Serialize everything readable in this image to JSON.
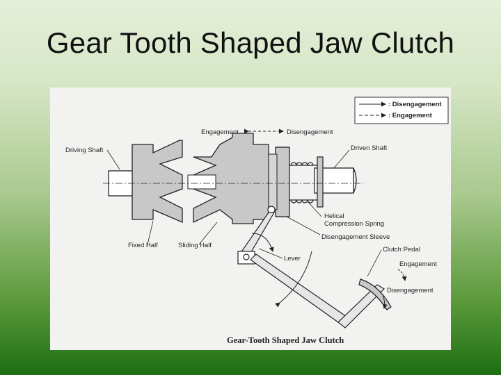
{
  "slide": {
    "title": "Gear Tooth Shaped Jaw Clutch"
  },
  "diagram": {
    "caption": "Gear-Tooth Shaped Jaw Clutch",
    "legend": {
      "disengagement": ": Disengagement",
      "engagement": ": Engagement"
    },
    "labels": {
      "engagement_top": "Engagement",
      "disengagement_top": "Disengagement",
      "driving_shaft": "Driving Shaft",
      "driven_shaft": "Driven Shaft",
      "fixed_half": "Fixed Half",
      "sliding_half": "Sliding Half",
      "helical_spring_line1": "Helical",
      "helical_spring_line2": "Compression Spring",
      "disengagement_sleeve": "Disengagement Sleeve",
      "lever": "Lever",
      "clutch_pedal": "Clutch Pedal",
      "pedal_engagement": "Engagement",
      "pedal_disengagement": "Disengagement"
    },
    "colors": {
      "part_fill": "#c8c8c8",
      "line": "#222222",
      "paper": "#f2f2f0"
    }
  }
}
